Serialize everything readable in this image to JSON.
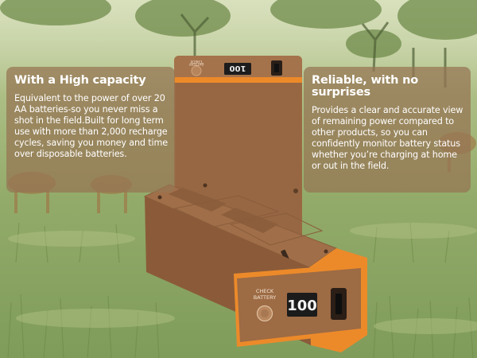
{
  "left_panel": {
    "title": "With a High capacity",
    "body": "Equivalent to the power of over 20 AA batteries-so you never miss a shot in the field.Built for long term use with more than 2,000 recharge cycles, saving you money and time over disposable batteries."
  },
  "right_panel": {
    "title": "Reliable, with no surprises",
    "body": "Provides a clear and accurate view of remaining power compared to other products, so you can confidently monitor battery status whether you’re charging at home or out in the field."
  },
  "battery_back": {
    "check_label_line1": "CHECK",
    "check_label_line2": "BATTERY",
    "display_value": "100"
  },
  "battery_front": {
    "check_label_line1": "CHECK",
    "check_label_line2": "BATTERY",
    "display_value": "100"
  },
  "colors": {
    "battery_body": "#9c6b45",
    "battery_accent": "#ec8a2a",
    "panel_bg": "#967654",
    "grass": "#8fa86a"
  },
  "icons": [
    "check-battery-button-icon",
    "usb-port-icon",
    "battery-level-display"
  ]
}
